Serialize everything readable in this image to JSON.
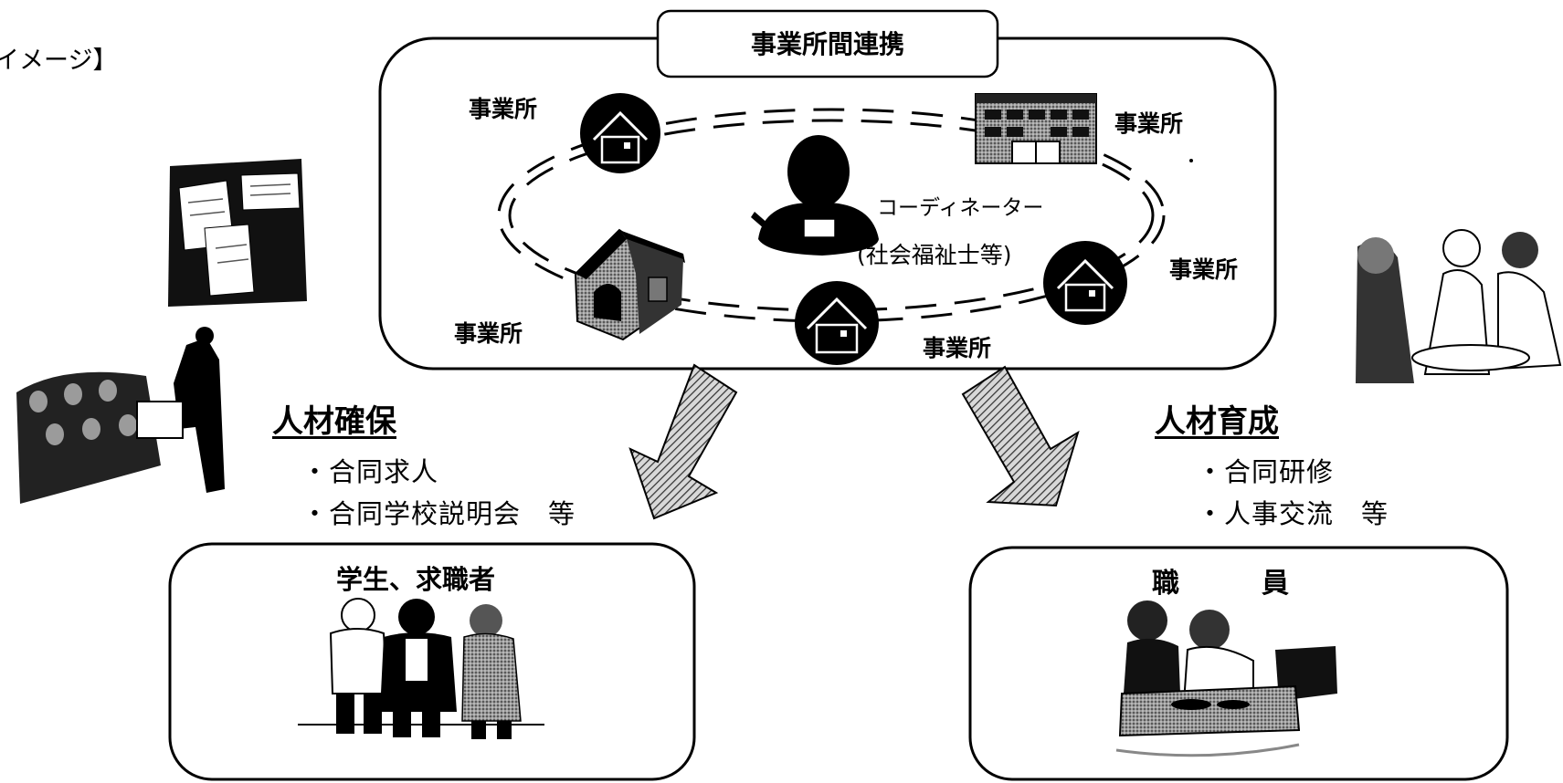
{
  "header_fragment": "イメージ】",
  "hub": {
    "title": "事業所間連携",
    "offices": [
      "事業所",
      "事業所",
      "事業所",
      "事業所",
      "事業所"
    ],
    "coordinator_line1": "コーディネーター",
    "coordinator_line2": "(社会福祉士等)"
  },
  "left_branch": {
    "heading": "人材確保",
    "bullets": [
      "・合同求人",
      "・合同学校説明会　等"
    ],
    "target": "学生、求職者"
  },
  "right_branch": {
    "heading": "人材育成",
    "bullets": [
      "・合同研修",
      "・人事交流　等"
    ],
    "target": "職　員"
  }
}
